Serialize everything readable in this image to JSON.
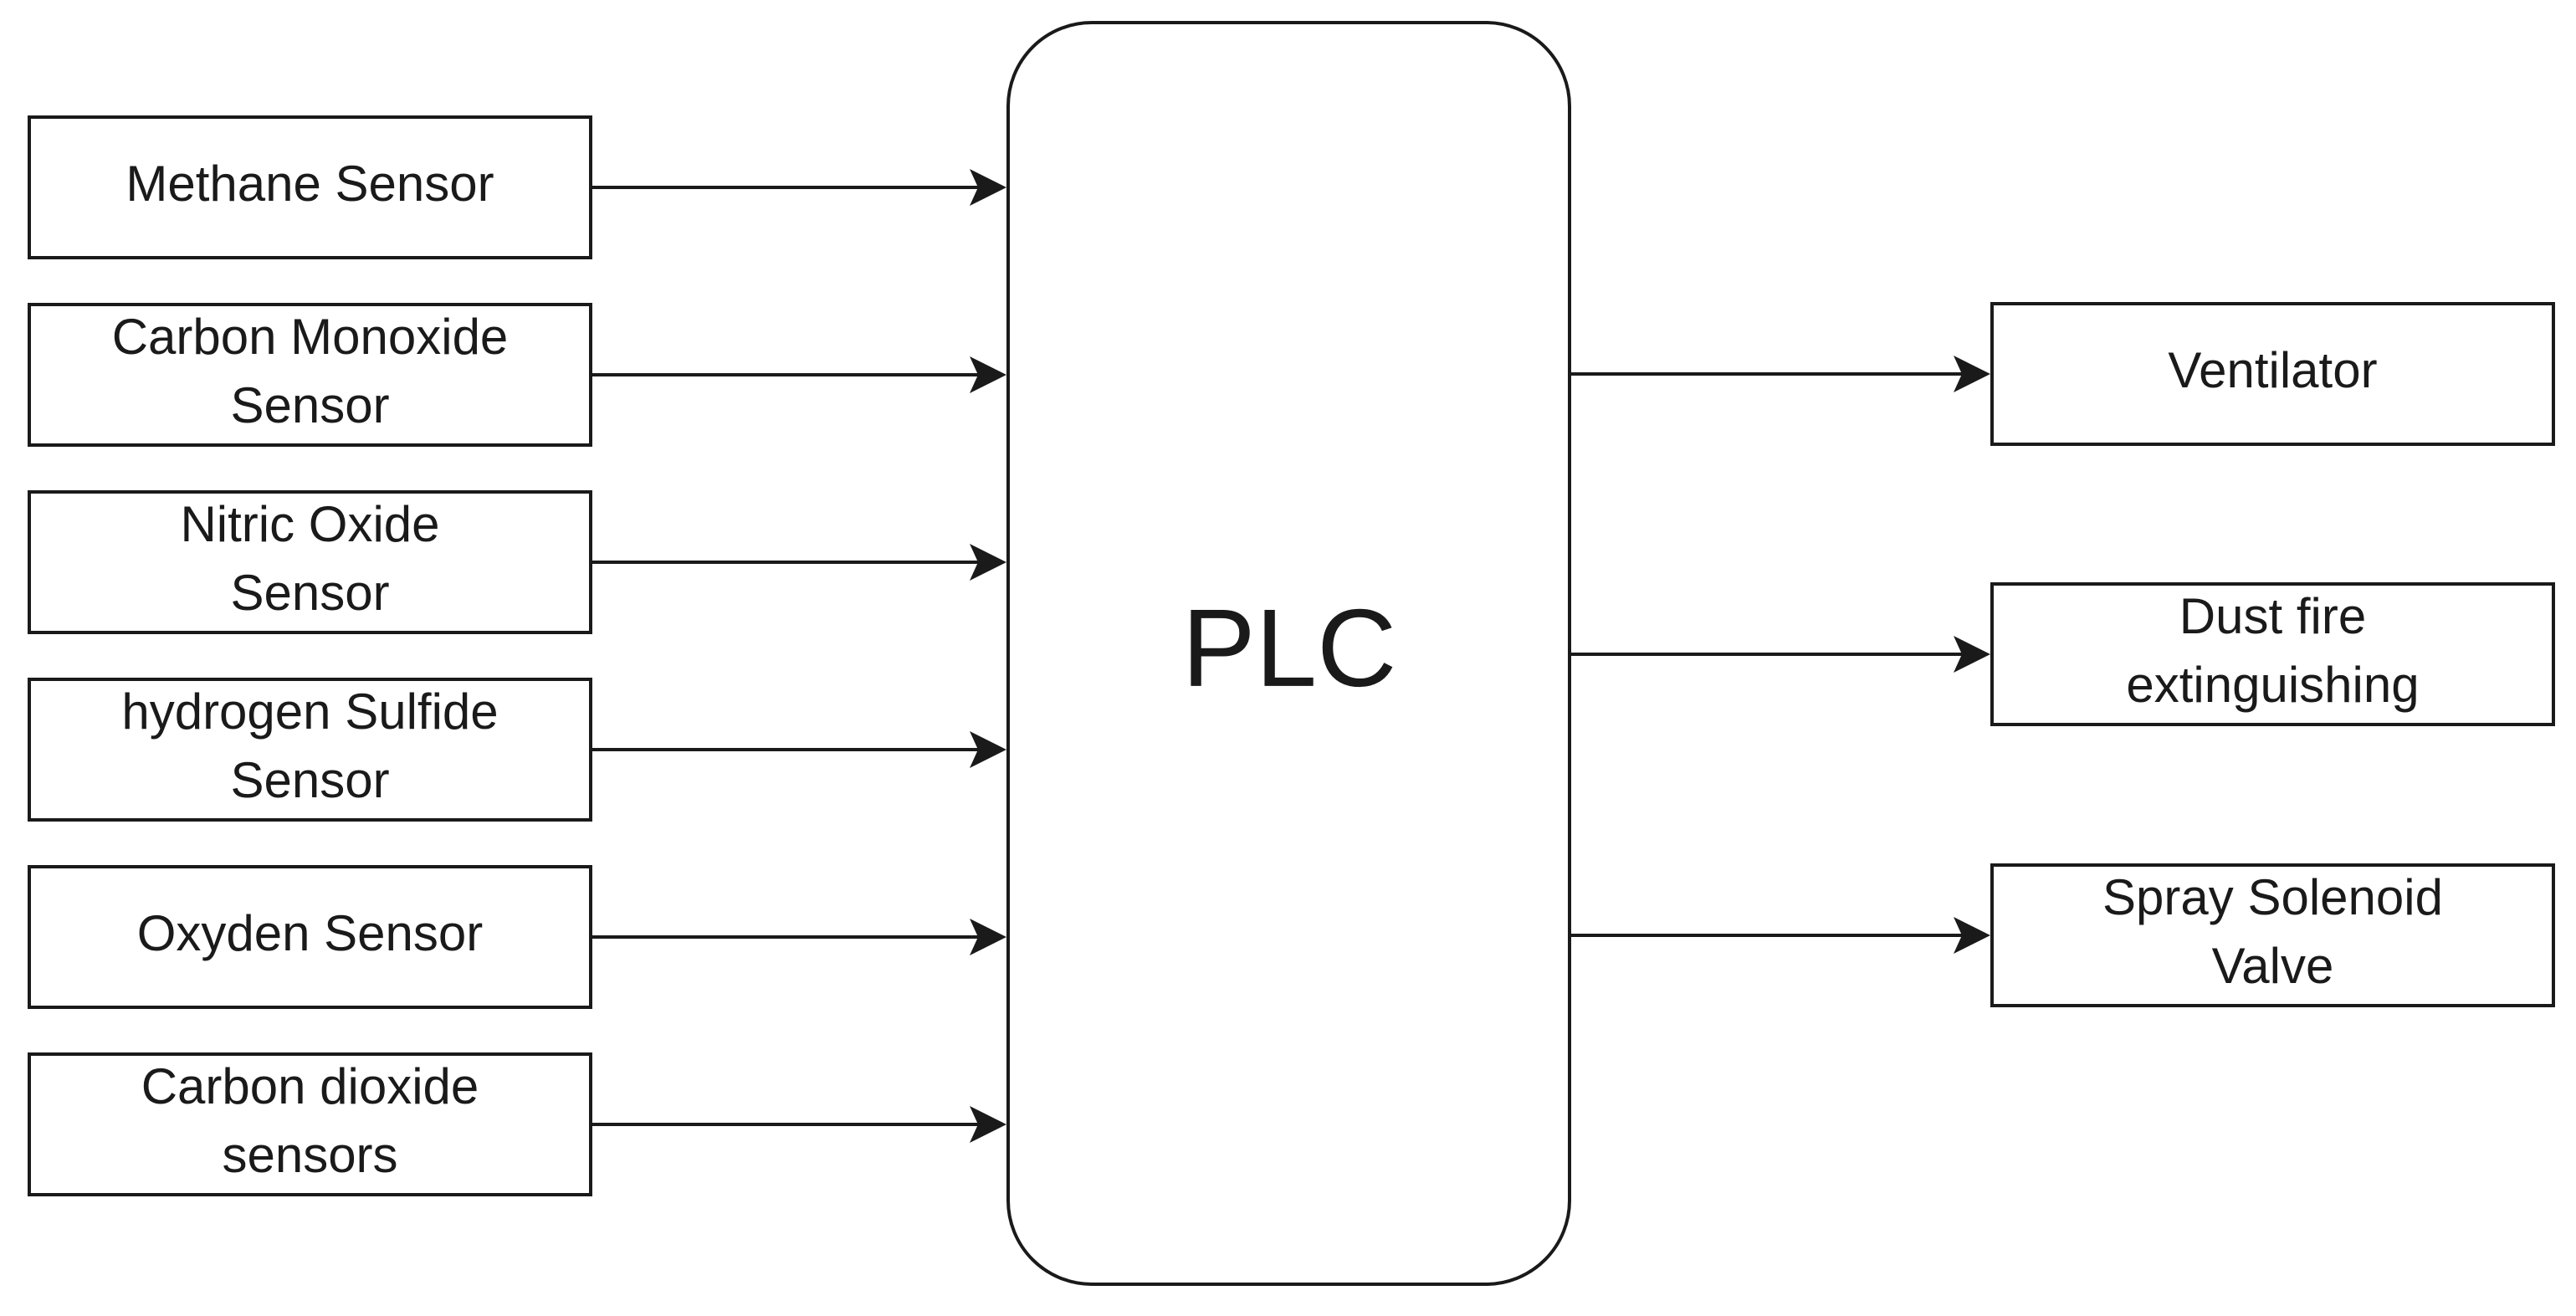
{
  "controller": {
    "label": "PLC"
  },
  "inputs": [
    {
      "id": "methane",
      "lines": [
        "Methane Sensor"
      ]
    },
    {
      "id": "carbon-monoxide",
      "lines": [
        "Carbon Monoxide",
        "Sensor"
      ]
    },
    {
      "id": "nitric-oxide",
      "lines": [
        "Nitric Oxide",
        "Sensor"
      ]
    },
    {
      "id": "hydrogen-sulfide",
      "lines": [
        "hydrogen Sulfide",
        "Sensor"
      ]
    },
    {
      "id": "oxyden",
      "lines": [
        "Oxyden Sensor"
      ]
    },
    {
      "id": "carbon-dioxide",
      "lines": [
        "Carbon dioxide",
        "sensors"
      ]
    }
  ],
  "outputs": [
    {
      "id": "ventilator",
      "lines": [
        "Ventilator"
      ]
    },
    {
      "id": "dust-fire",
      "lines": [
        "Dust fire",
        "extinguishing"
      ]
    },
    {
      "id": "spray-valve",
      "lines": [
        "Spray Solenoid",
        "Valve"
      ]
    }
  ],
  "colors": {
    "stroke": "#1a1a1a",
    "background": "#ffffff"
  }
}
